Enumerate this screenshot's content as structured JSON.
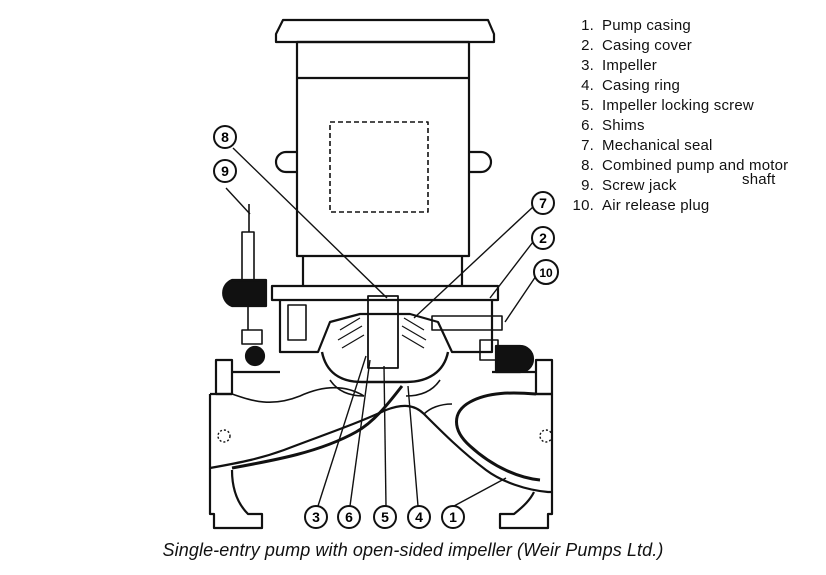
{
  "legend": [
    {
      "num": "1.",
      "label": "Pump casing"
    },
    {
      "num": "2.",
      "label": "Casing cover"
    },
    {
      "num": "3.",
      "label": "Impeller"
    },
    {
      "num": "4.",
      "label": "Casing ring"
    },
    {
      "num": "5.",
      "label": "Impeller locking screw"
    },
    {
      "num": "6.",
      "label": "Shims"
    },
    {
      "num": "7.",
      "label": "Mechanical seal"
    },
    {
      "num": "8.",
      "label": "Combined pump and motor",
      "cont": "shaft"
    },
    {
      "num": "9.",
      "label": "Screw jack"
    },
    {
      "num": "10.",
      "label": "Air release plug"
    }
  ],
  "callouts": {
    "c1": "1",
    "c2": "2",
    "c3": "3",
    "c4": "4",
    "c5": "5",
    "c6": "6",
    "c7": "7",
    "c8": "8",
    "c9": "9",
    "c10": "10"
  },
  "caption": "Single-entry pump with open-sided impeller (Weir Pumps Ltd.)"
}
